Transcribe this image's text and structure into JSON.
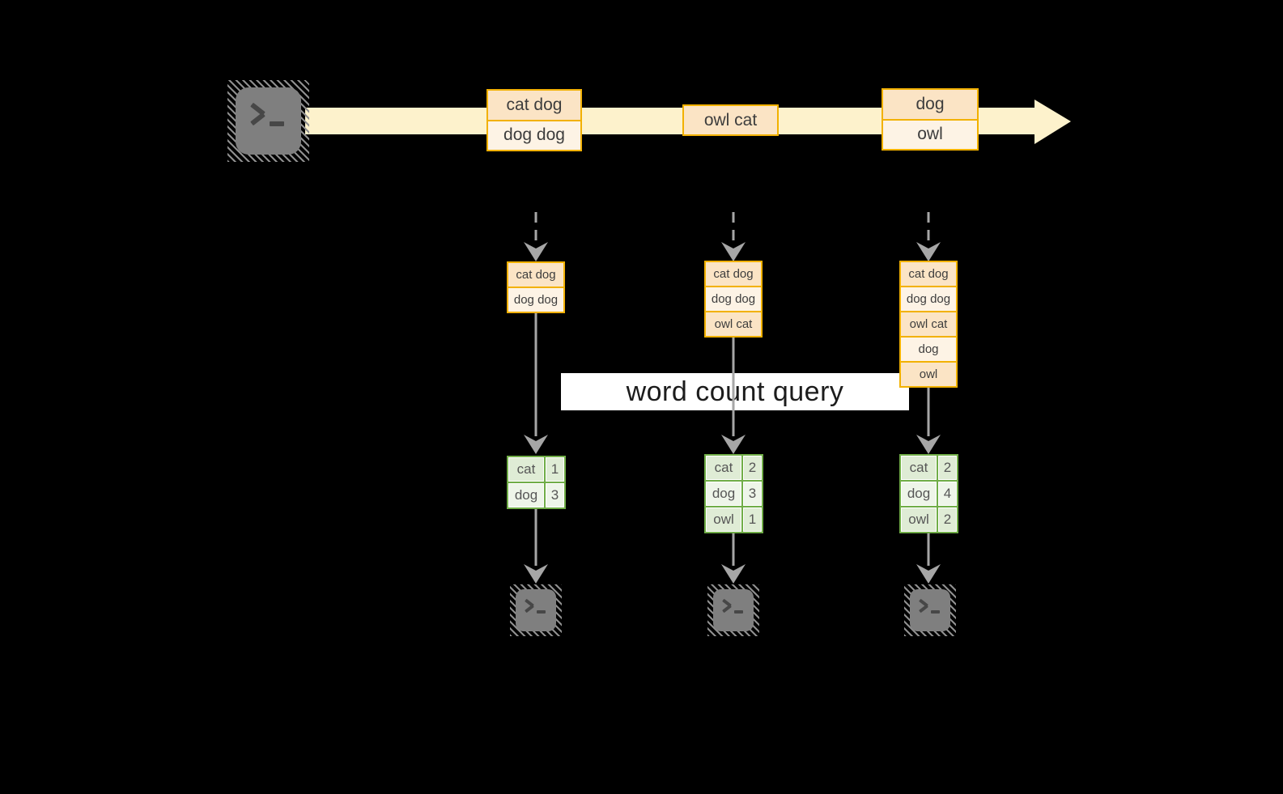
{
  "colors": {
    "background": "#000000",
    "stream_band": "#fdf2cc",
    "event_border": "#f2b100",
    "event_fill_dark": "#fbe4c5",
    "event_fill_light": "#fdf3e5",
    "table_border": "#70ad47",
    "table_fill_dark": "#dfecd5",
    "table_fill_light": "#eef5e9",
    "arrow_gray": "#a6a6a6",
    "terminal_gray": "#7f7f7f"
  },
  "query_label": "word count query",
  "stream": {
    "source_icon": "terminal",
    "events": [
      {
        "lines": [
          "cat dog",
          "dog dog"
        ]
      },
      {
        "lines": [
          "owl cat"
        ]
      },
      {
        "lines": [
          "dog",
          "owl"
        ]
      }
    ]
  },
  "columns": [
    {
      "buffer": [
        "cat dog",
        "dog dog"
      ],
      "counts": [
        {
          "word": "cat",
          "count": "1"
        },
        {
          "word": "dog",
          "count": "3"
        }
      ]
    },
    {
      "buffer": [
        "cat dog",
        "dog dog",
        "owl cat"
      ],
      "counts": [
        {
          "word": "cat",
          "count": "2"
        },
        {
          "word": "dog",
          "count": "3"
        },
        {
          "word": "owl",
          "count": "1"
        }
      ]
    },
    {
      "buffer": [
        "cat dog",
        "dog dog",
        "owl cat",
        "dog",
        "owl"
      ],
      "counts": [
        {
          "word": "cat",
          "count": "2"
        },
        {
          "word": "dog",
          "count": "4"
        },
        {
          "word": "owl",
          "count": "2"
        }
      ]
    }
  ]
}
